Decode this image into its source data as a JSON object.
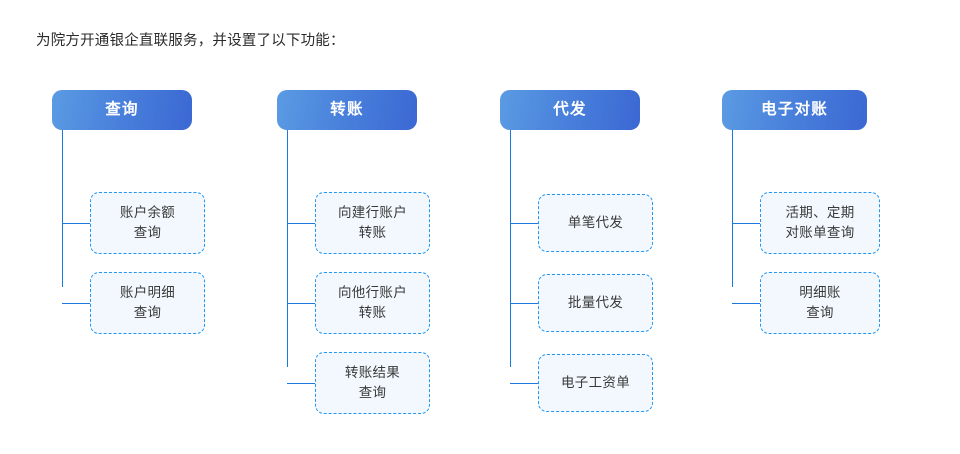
{
  "caption": "为院方开通银企直联服务，并设置了以下功能：",
  "theme": {
    "header_gradient_start": "#5b9be3",
    "header_gradient_end": "#3b68d3",
    "header_text_color": "#ffffff",
    "box_fill": "#f2f8fd",
    "box_border": "#2196f3",
    "connector_line": "#1a7ae0",
    "body_text_color": "#3a3a3a",
    "background": "#ffffff"
  },
  "columns": [
    {
      "title": "查询",
      "items": [
        {
          "text": "账户余额\n查询"
        },
        {
          "text": "账户明细\n查询"
        }
      ]
    },
    {
      "title": "转账",
      "items": [
        {
          "text": "向建行账户\n转账"
        },
        {
          "text": "向他行账户\n转账"
        },
        {
          "text": "转账结果\n查询"
        }
      ]
    },
    {
      "title": "代发",
      "items": [
        {
          "text": "单笔代发"
        },
        {
          "text": "批量代发"
        },
        {
          "text": "电子工资单"
        }
      ]
    },
    {
      "title": "电子对账",
      "items": [
        {
          "text": "活期、定期\n对账单查询"
        },
        {
          "text": "明细账\n查询"
        }
      ]
    }
  ]
}
